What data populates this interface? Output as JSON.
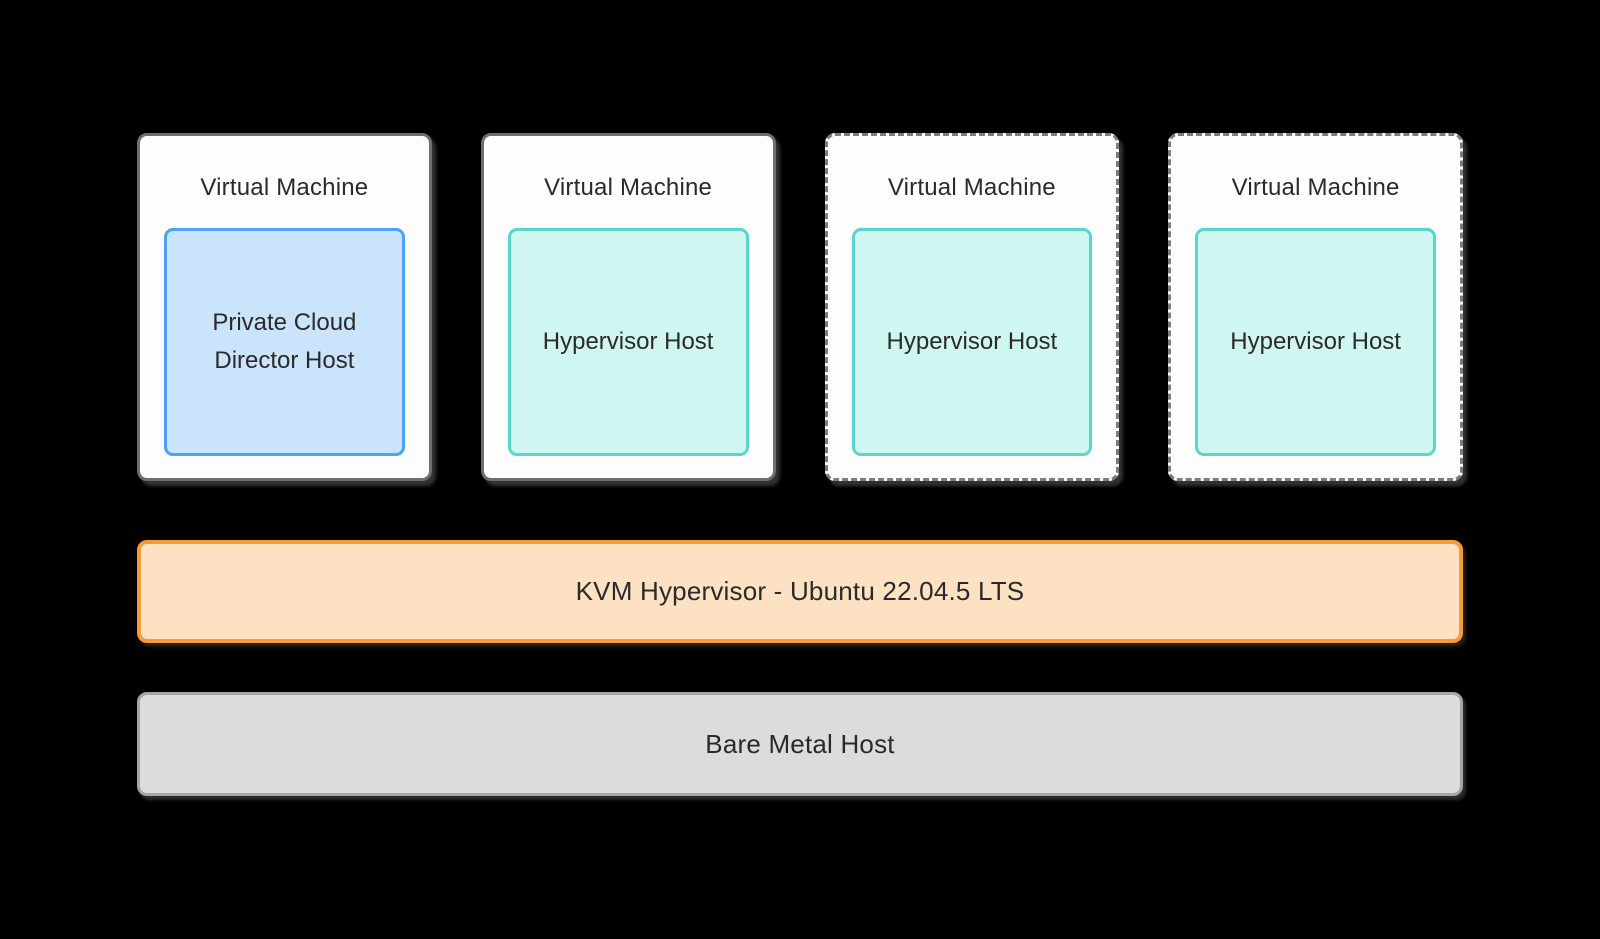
{
  "diagram": {
    "vm_boxes": [
      {
        "title": "Virtual Machine",
        "inner_label": "Private Cloud Director Host",
        "inner_type": "blue",
        "border_style": "solid"
      },
      {
        "title": "Virtual Machine",
        "inner_label": "Hypervisor Host",
        "inner_type": "teal",
        "border_style": "solid"
      },
      {
        "title": "Virtual Machine",
        "inner_label": "Hypervisor Host",
        "inner_type": "teal",
        "border_style": "dashed"
      },
      {
        "title": "Virtual Machine",
        "inner_label": "Hypervisor Host",
        "inner_type": "teal",
        "border_style": "dashed"
      }
    ],
    "layers": {
      "kvm": {
        "label": "KVM Hypervisor - Ubuntu 22.04.5 LTS"
      },
      "bare_metal": {
        "label": "Bare Metal Host"
      }
    },
    "colors": {
      "bg": "#000000",
      "text": "#2a2a2a",
      "box_bg": "#fdfdfe",
      "outer_border": "#6e6e6e",
      "outer_border_dashed": "#7d7d7d",
      "blue_fill": "#c9e4fb",
      "blue_border": "#45a5f6",
      "teal_fill": "#cff6f0",
      "teal_border": "#55d8cb",
      "orange_fill": "#fce1c2",
      "orange_border": "#f59b3c",
      "gray_fill": "#dcdcdc",
      "gray_border": "#a6a6a6"
    }
  }
}
